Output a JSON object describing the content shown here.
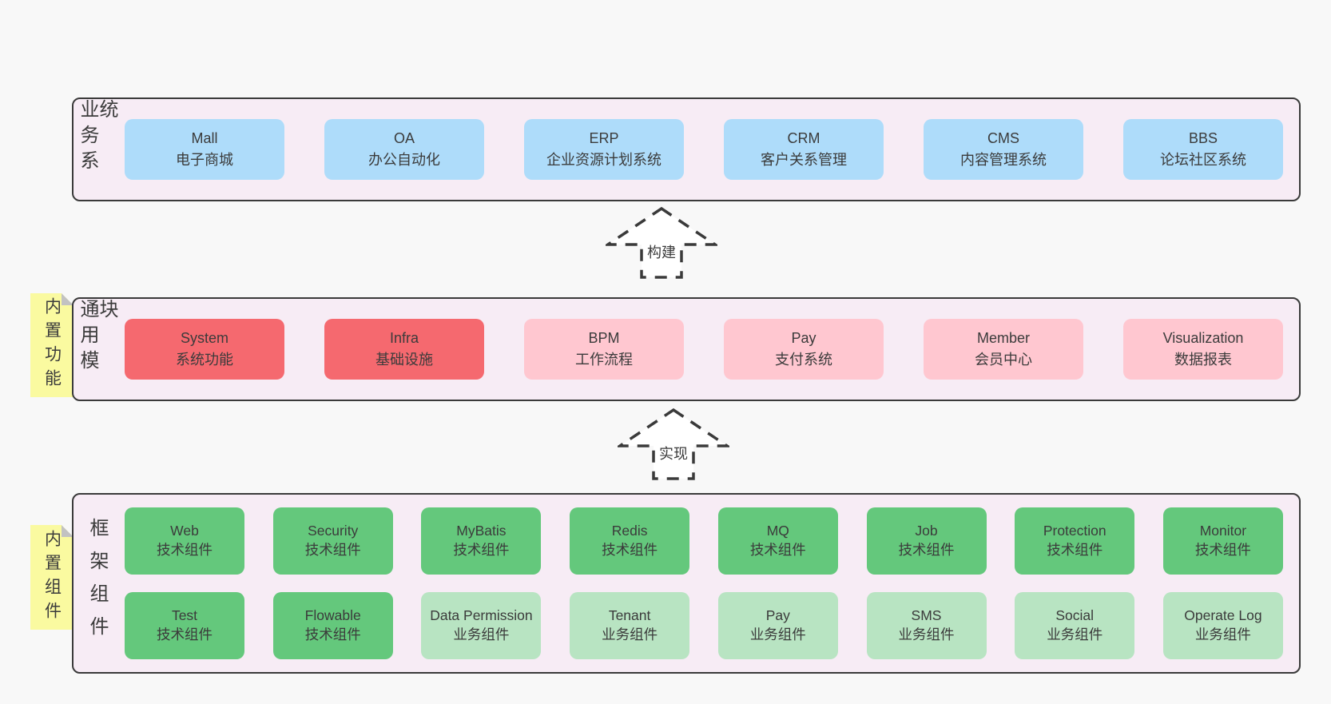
{
  "colors": {
    "page_bg": "#f8f8f8",
    "section_bg": "#f7ecf5",
    "border": "#3a3a3a",
    "text": "#3b3b3b",
    "blue": "#aedcfa",
    "red": "#f5696f",
    "pink": "#ffc7d0",
    "green": "#64c87c",
    "green_light": "#b8e4c2",
    "yellow": "#fafaa0",
    "fold": "#c2c2c2"
  },
  "business": {
    "label": "业务系统",
    "items": [
      {
        "name": "Mall",
        "subtitle": "电子商城"
      },
      {
        "name": "OA",
        "subtitle": "办公自动化"
      },
      {
        "name": "ERP",
        "subtitle": "企业资源计划系统"
      },
      {
        "name": "CRM",
        "subtitle": "客户关系管理"
      },
      {
        "name": "CMS",
        "subtitle": "内容管理系统"
      },
      {
        "name": "BBS",
        "subtitle": "论坛社区系统"
      }
    ]
  },
  "arrows": {
    "build": "构建",
    "implement": "实现"
  },
  "common": {
    "label": "通用模块",
    "note": "内置功能",
    "items": [
      {
        "name": "System",
        "subtitle": "系统功能"
      },
      {
        "name": "Infra",
        "subtitle": "基础设施"
      },
      {
        "name": "BPM",
        "subtitle": "工作流程"
      },
      {
        "name": "Pay",
        "subtitle": "支付系统"
      },
      {
        "name": "Member",
        "subtitle": "会员中心"
      },
      {
        "name": "Visualization",
        "subtitle": "数据报表"
      }
    ]
  },
  "framework": {
    "label": "框架组件",
    "note": "内置组件",
    "row1": [
      {
        "name": "Web",
        "subtitle": "技术组件"
      },
      {
        "name": "Security",
        "subtitle": "技术组件"
      },
      {
        "name": "MyBatis",
        "subtitle": "技术组件"
      },
      {
        "name": "Redis",
        "subtitle": "技术组件"
      },
      {
        "name": "MQ",
        "subtitle": "技术组件"
      },
      {
        "name": "Job",
        "subtitle": "技术组件"
      },
      {
        "name": "Protection",
        "subtitle": "技术组件"
      },
      {
        "name": "Monitor",
        "subtitle": "技术组件"
      }
    ],
    "row2": [
      {
        "name": "Test",
        "subtitle": "技术组件"
      },
      {
        "name": "Flowable",
        "subtitle": "技术组件"
      },
      {
        "name": "Data Permission",
        "subtitle": "业务组件"
      },
      {
        "name": "Tenant",
        "subtitle": "业务组件"
      },
      {
        "name": "Pay",
        "subtitle": "业务组件"
      },
      {
        "name": "SMS",
        "subtitle": "业务组件"
      },
      {
        "name": "Social",
        "subtitle": "业务组件"
      },
      {
        "name": "Operate Log",
        "subtitle": "业务组件"
      }
    ]
  }
}
